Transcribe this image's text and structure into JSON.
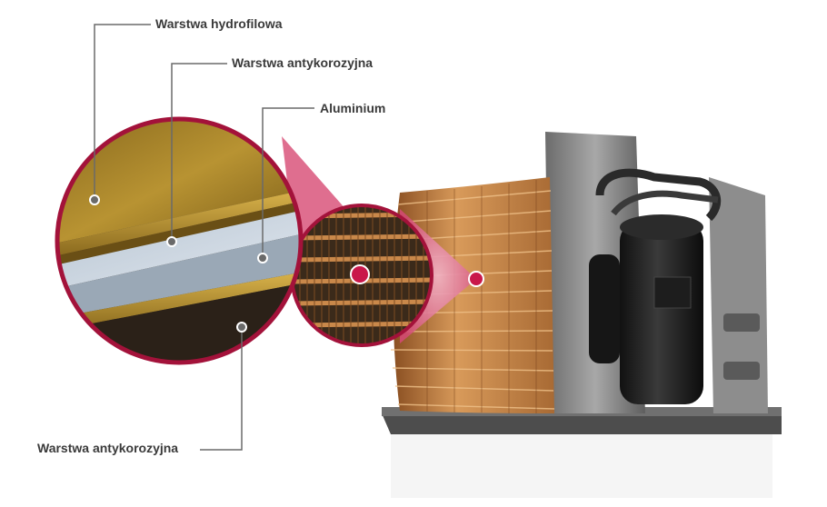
{
  "labels": {
    "hydrophilic_layer": "Warstwa hydrofilowa",
    "anticorrosion_layer_top": "Warstwa antykorozyjna",
    "aluminium": "Aluminium",
    "anticorrosion_layer_bottom": "Warstwa antykorozyjna"
  },
  "colors": {
    "lens_ring": "#b0153d",
    "gold_layer": "#b9932a",
    "aluminium_layer": "#c4d0dc",
    "callout_line": "#6a6a6a",
    "copper_fins": "#c7864a"
  }
}
